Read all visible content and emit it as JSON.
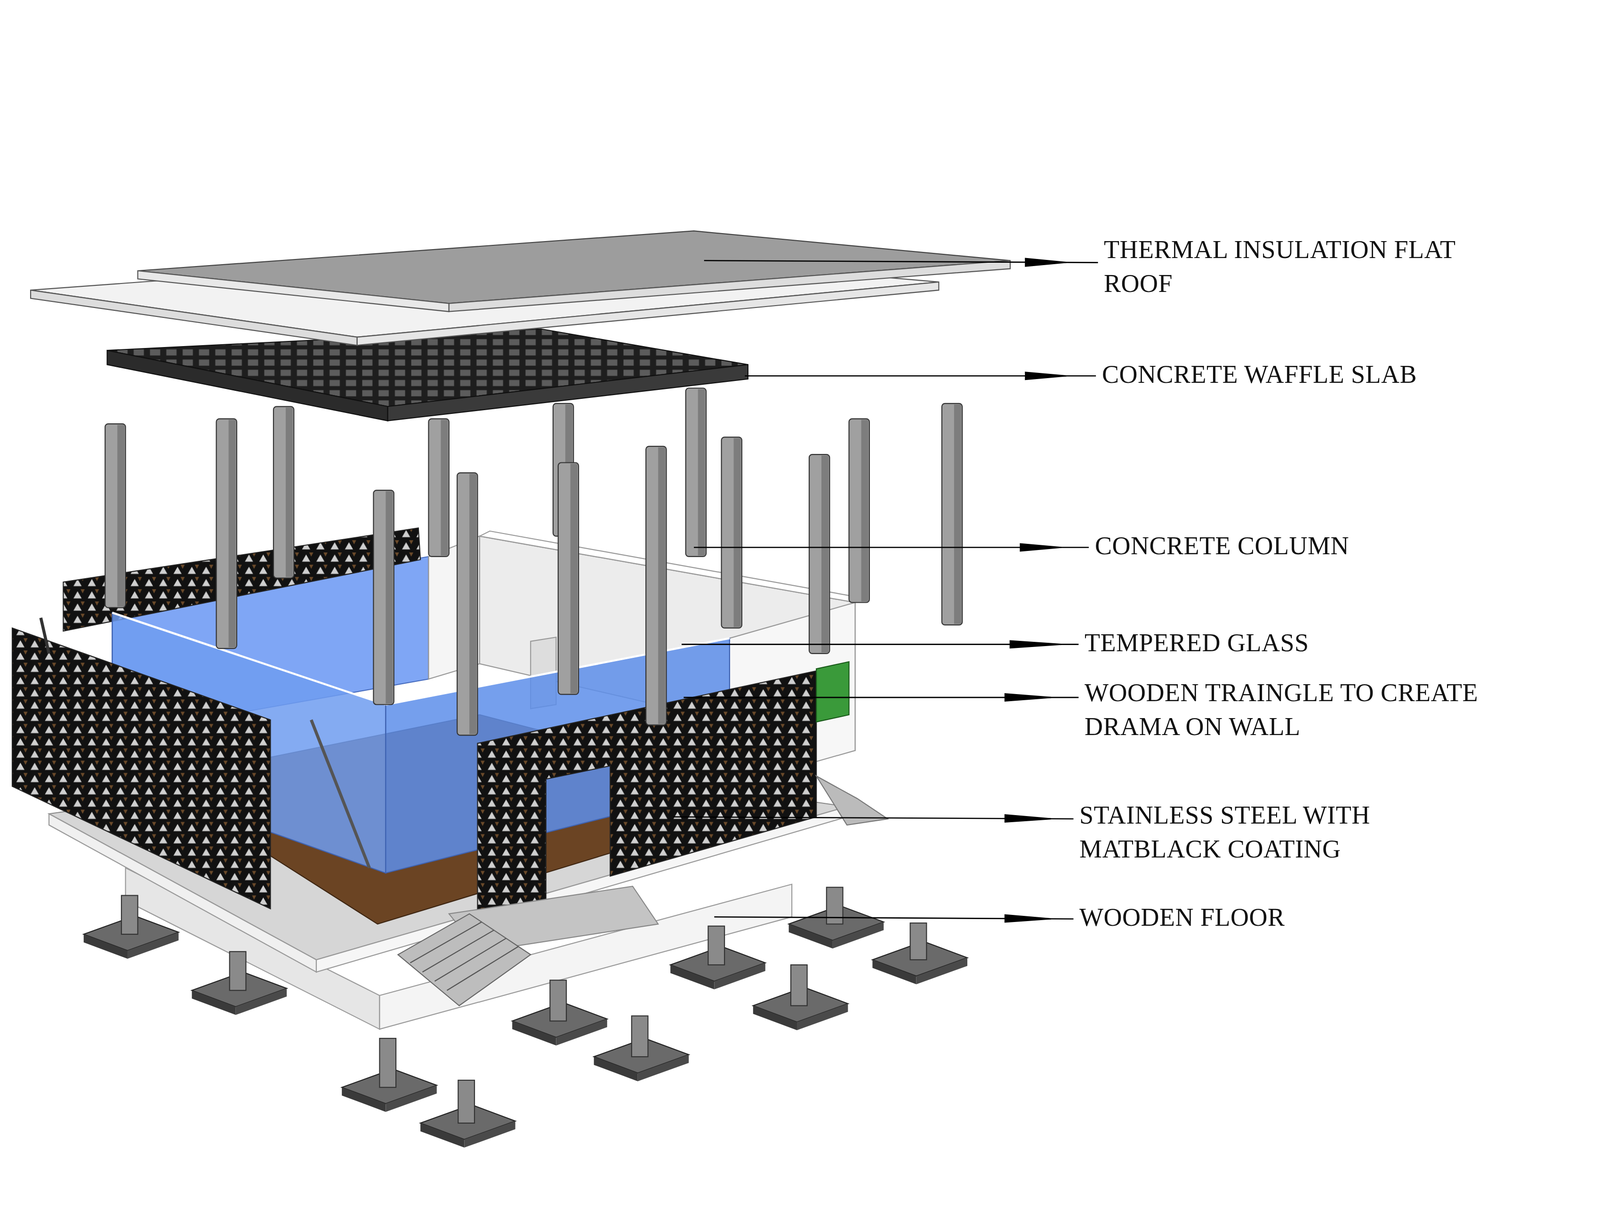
{
  "diagram": {
    "labels": [
      "THERMAL INSULATION FLAT ROOF",
      "CONCRETE WAFFLE SLAB",
      "CONCRETE COLUMN",
      "TEMPERED GLASS",
      "WOODEN TRAINGLE TO CREATE DRAMA ON WALL",
      "STAINLESS STEEL WITH MATBLACK COATING",
      "WOODEN FLOOR"
    ]
  }
}
